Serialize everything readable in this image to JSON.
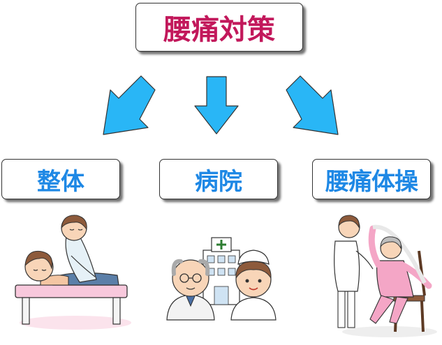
{
  "colors": {
    "title_text": "#c2185b",
    "label_text": "#1e88e5",
    "arrow_fill": "#29b6f6",
    "arrow_stroke": "#333333"
  },
  "title": {
    "label": "腰痛対策"
  },
  "branches": [
    {
      "label": "整体",
      "illustration": "massage-therapy-illustration"
    },
    {
      "label": "病院",
      "illustration": "doctor-and-nurse-illustration"
    },
    {
      "label": "腰痛体操",
      "illustration": "stretching-exercise-illustration"
    }
  ]
}
